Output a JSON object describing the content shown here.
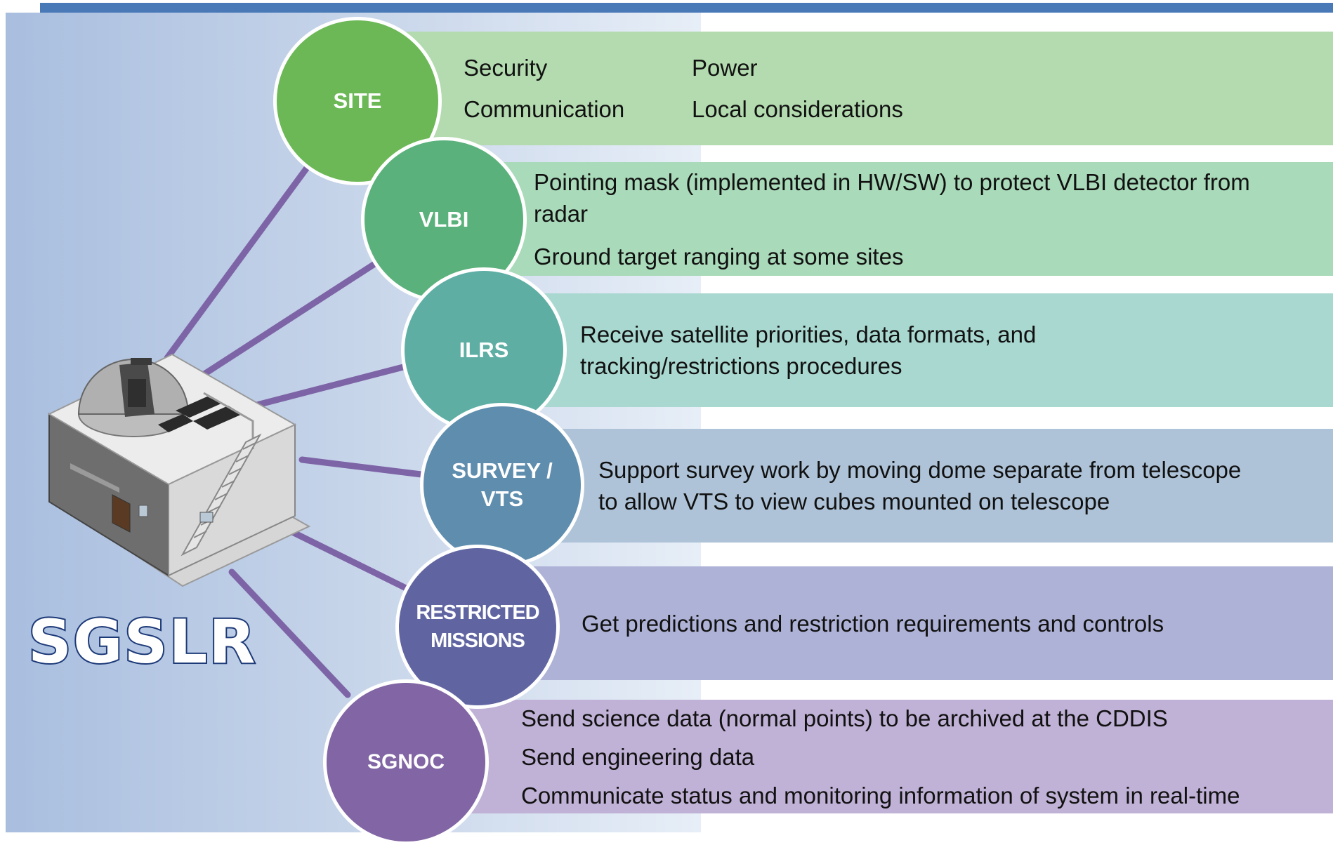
{
  "title": "SGSLR",
  "colors": {
    "top_bar": "#4a79b8",
    "connector": "#7d64a6",
    "site": "#6cb856",
    "vlbi": "#5bb17b",
    "ilrs": "#5eaea4",
    "survey": "#5f8dae",
    "missions": "#6065a2",
    "sgnoc": "#8165a4"
  },
  "nodes": {
    "site": {
      "label": "SITE",
      "items": [
        "Security",
        "Power",
        "Communication",
        "Local considerations"
      ]
    },
    "vlbi": {
      "label": "VLBI",
      "items": [
        "Pointing mask (implemented in HW/SW) to protect VLBI detector from",
        "radar",
        "Ground target ranging at some sites"
      ]
    },
    "ilrs": {
      "label": "ILRS",
      "items": [
        "Receive satellite priorities, data formats, and",
        "tracking/restrictions procedures"
      ]
    },
    "survey": {
      "label_line1": "SURVEY /",
      "label_line2": "VTS",
      "items": [
        "Support survey work by moving dome separate from telescope",
        "to allow VTS to view cubes mounted on telescope"
      ]
    },
    "missions": {
      "label_line1": "RESTRICTED",
      "label_line2": "MISSIONS",
      "items": [
        "Get predictions and restriction requirements and controls"
      ]
    },
    "sgnoc": {
      "label": "SGNOC",
      "items": [
        "Send science data (normal points) to be archived at the CDDIS",
        "Send engineering data",
        "Communicate status and monitoring information of system in real-time"
      ]
    }
  }
}
